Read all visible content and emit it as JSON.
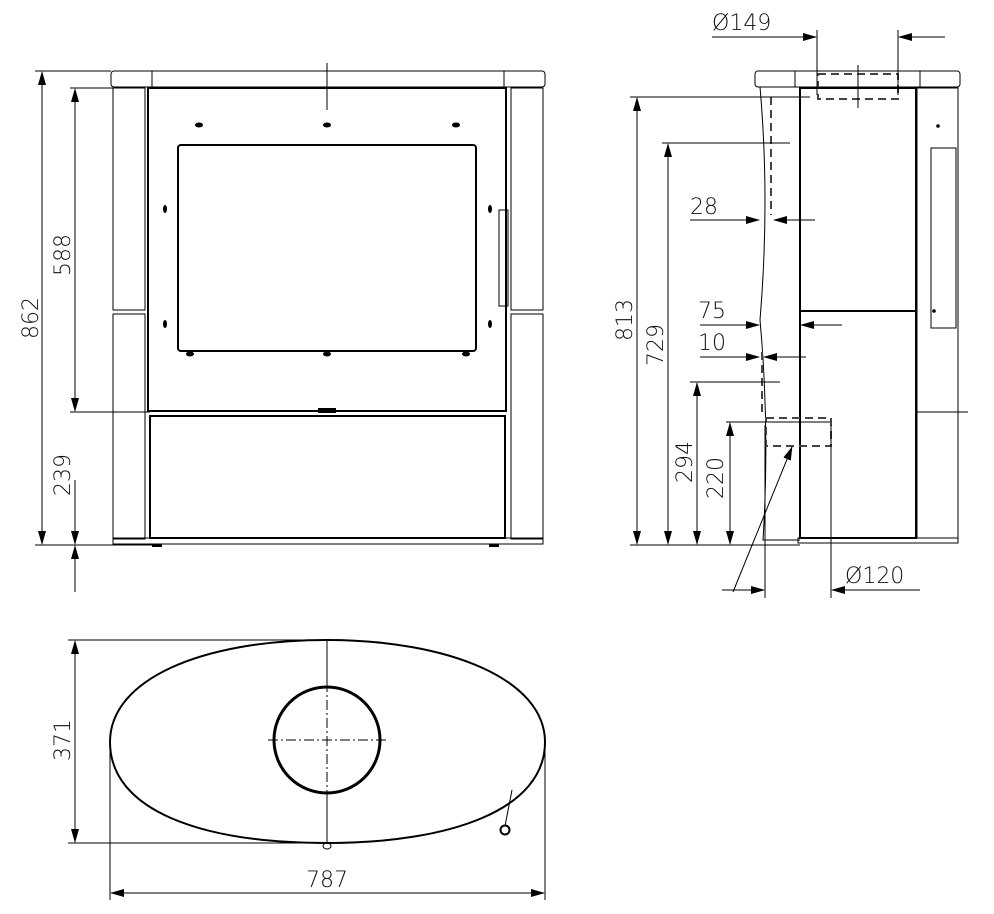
{
  "drawing": {
    "units": "mm",
    "front_view": {
      "dimensions": {
        "overall_height": "862",
        "door_height": "588",
        "base_height": "239"
      }
    },
    "side_view": {
      "dimensions": {
        "top_flue_diameter": "Ø149",
        "overall_height_to_flue": "813",
        "rear_outlet_height": "729",
        "wall_offset_top": "28",
        "wall_offset_75": "75",
        "wall_offset_10": "10",
        "air_inlet_height": "294",
        "rear_flue_height": "220",
        "rear_flue_diameter": "Ø120"
      }
    },
    "top_view": {
      "dimensions": {
        "depth": "371",
        "width": "787"
      }
    }
  }
}
